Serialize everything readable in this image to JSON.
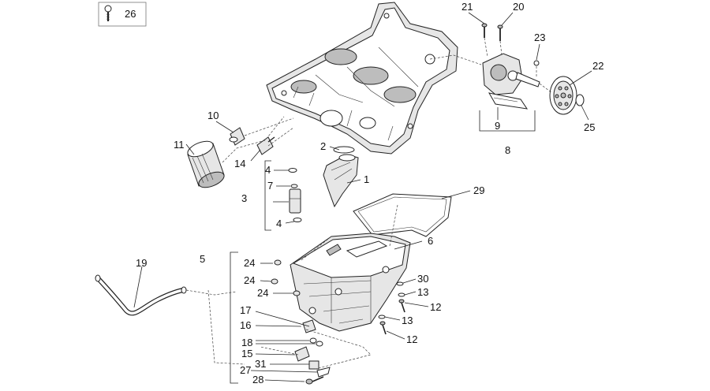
{
  "callouts": {
    "c1": "1",
    "c2": "2",
    "c3": "3",
    "c4a": "4",
    "c4b": "4",
    "c5": "5",
    "c6": "6",
    "c7": "7",
    "c8": "8",
    "c9": "9",
    "c10": "10",
    "c11": "11",
    "c12a": "12",
    "c12b": "12",
    "c13a": "13",
    "c13b": "13",
    "c14": "14",
    "c15": "15",
    "c16": "16",
    "c17": "17",
    "c18": "18",
    "c19": "19",
    "c20": "20",
    "c21": "21",
    "c22": "22",
    "c23": "23",
    "c24a": "24",
    "c24b": "24",
    "c24c": "24",
    "c25": "25",
    "c26": "26",
    "c27": "27",
    "c28": "28",
    "c29": "29",
    "c30": "30",
    "c31": "31"
  },
  "colors": {
    "line": "#222222",
    "fill_light": "#e6e6e6",
    "fill_dark": "#bdbdbd"
  },
  "icons": {
    "legend_icon": "screw-icon"
  }
}
